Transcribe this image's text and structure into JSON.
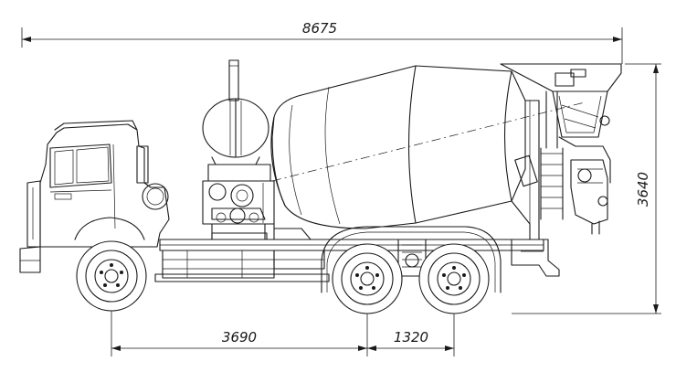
{
  "dimensions": {
    "overall_length": "8675",
    "height": "3640",
    "front_to_rear_axle": "3690",
    "rear_axle_spacing": "1320"
  }
}
